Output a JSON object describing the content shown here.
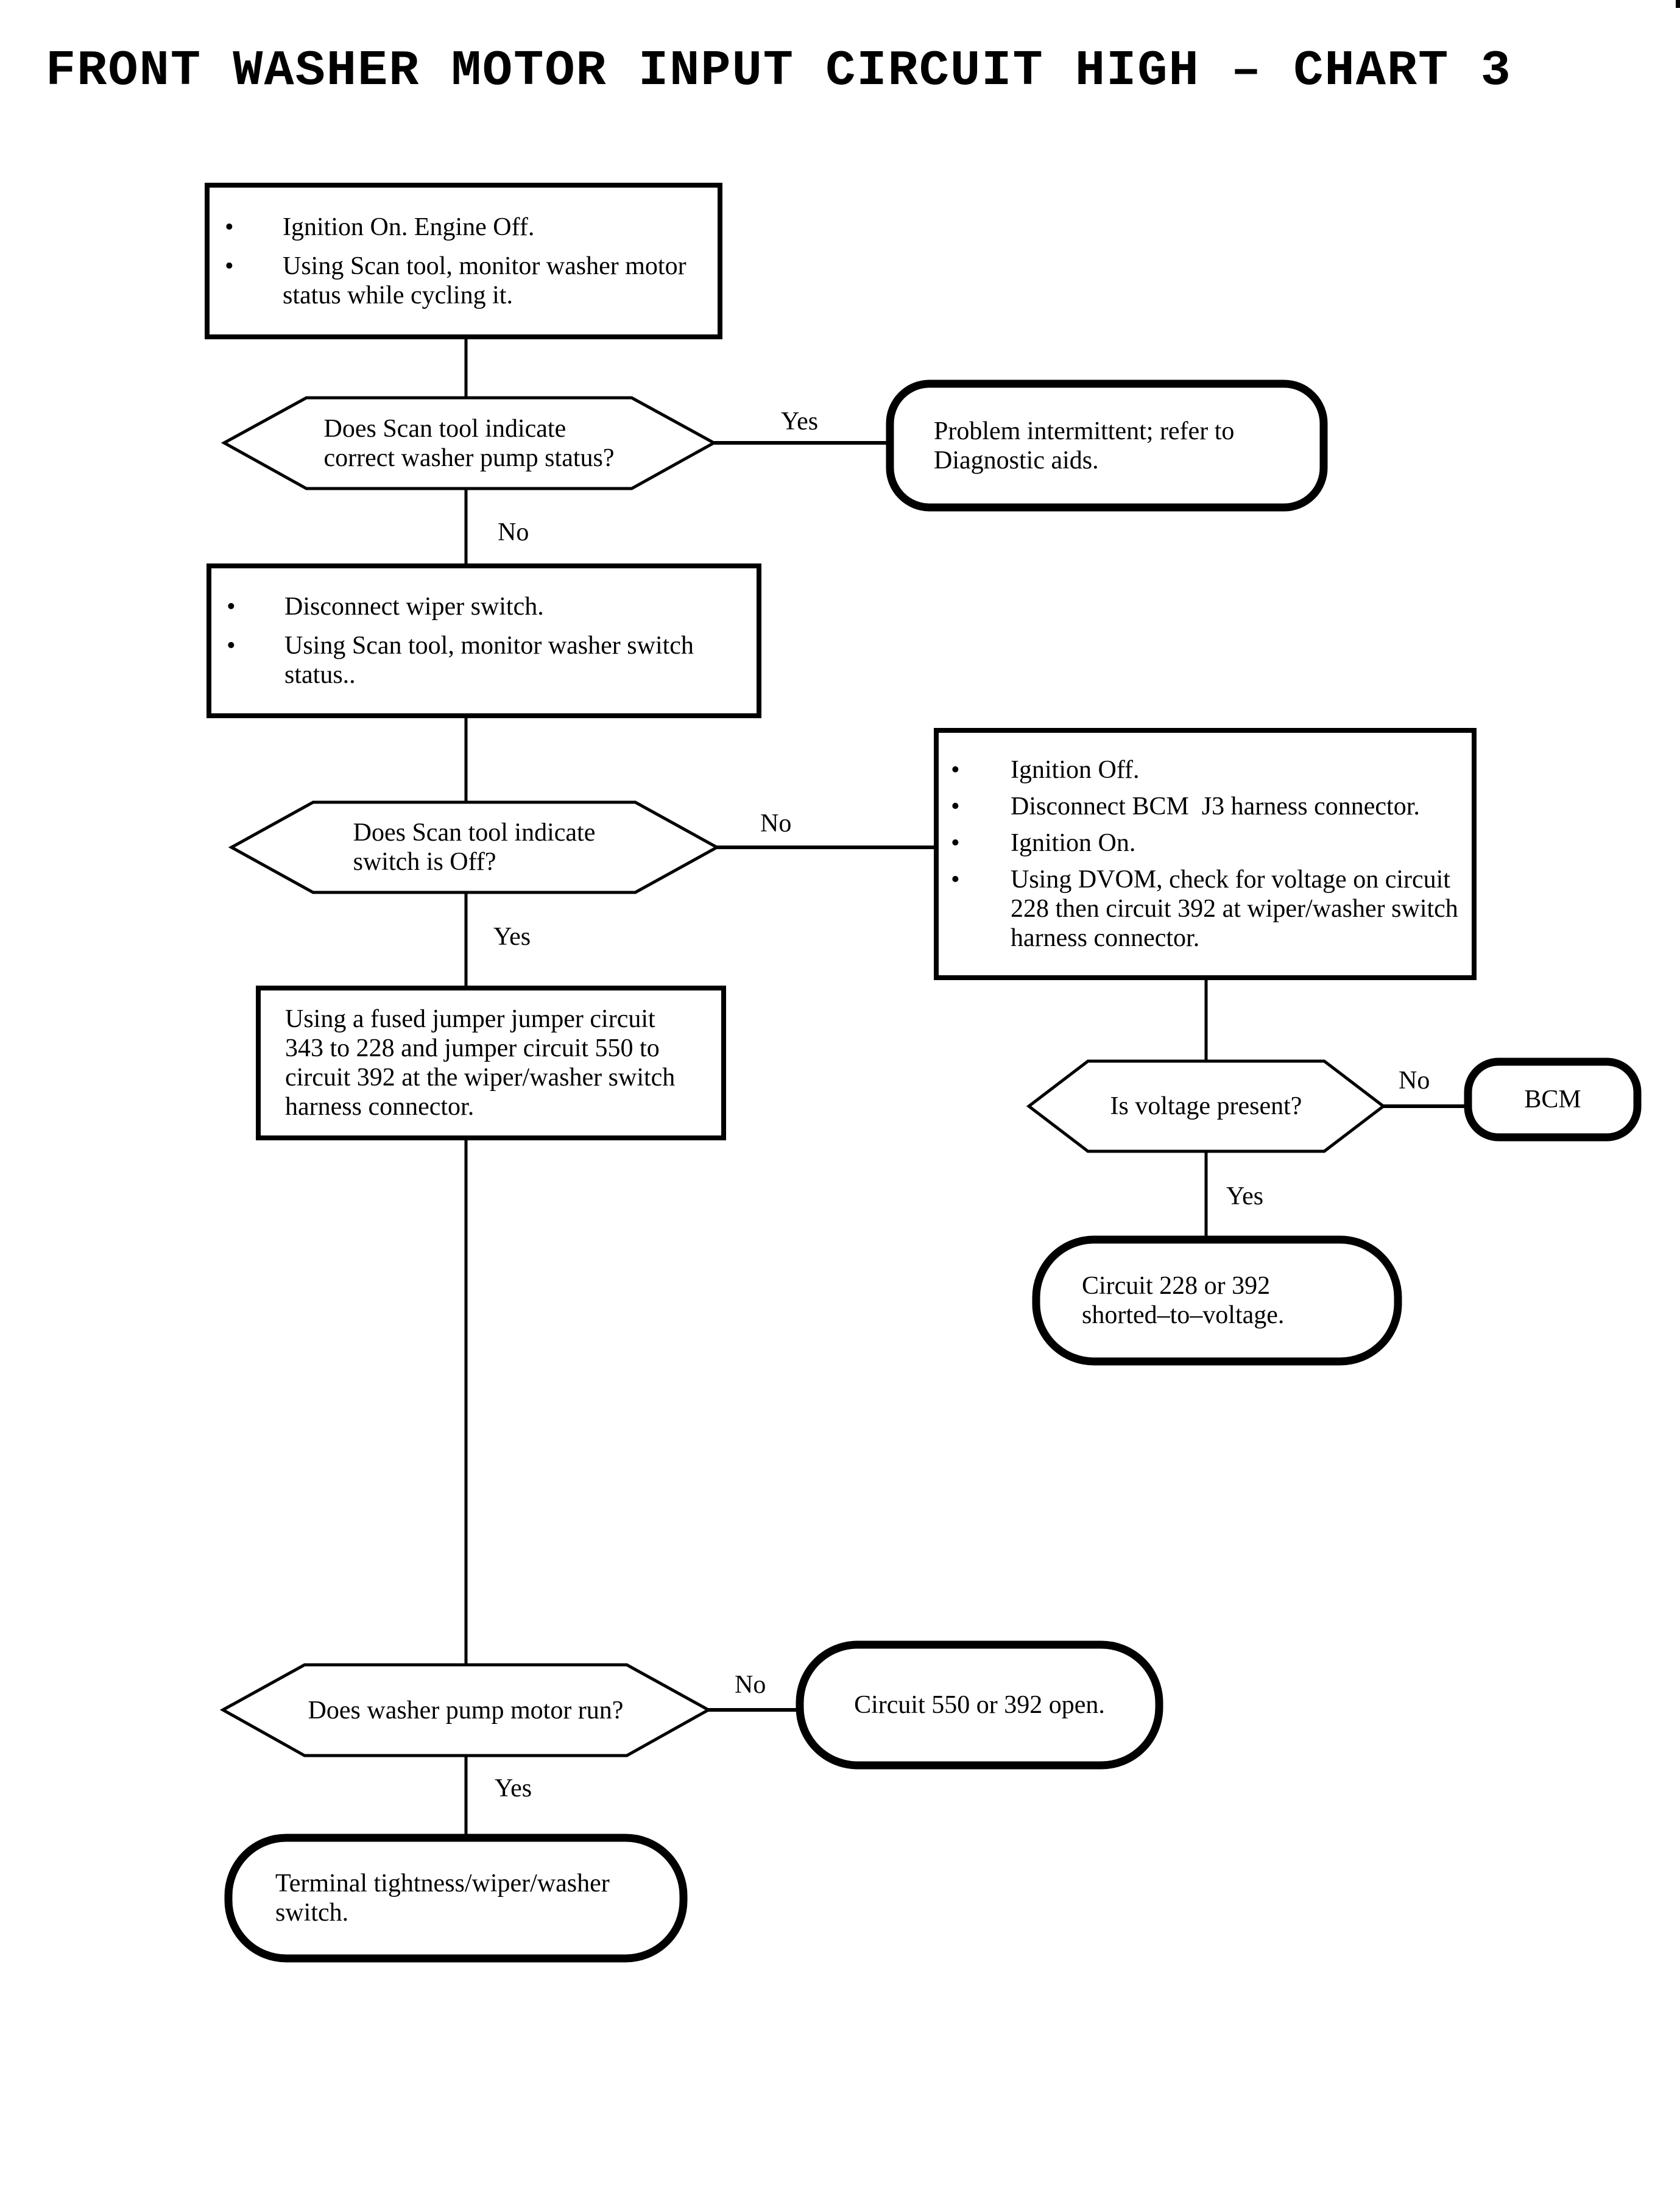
{
  "title": "FRONT WASHER MOTOR INPUT CIRCUIT HIGH – CHART 3",
  "bullet": "•",
  "labels": {
    "yes": "Yes",
    "no": "No"
  },
  "nodes": {
    "step1": {
      "type": "process",
      "items": [
        "Ignition On. Engine Off.",
        "Using Scan tool, monitor washer motor status while cycling it."
      ]
    },
    "decision1": {
      "type": "decision",
      "lines": [
        "Does Scan tool indicate",
        "correct washer pump status?"
      ]
    },
    "result_intermittent": {
      "type": "terminator",
      "lines": [
        "Problem intermittent; refer to",
        "Diagnostic aids."
      ]
    },
    "step2": {
      "type": "process",
      "items": [
        "Disconnect wiper switch.",
        "Using Scan tool, monitor washer switch status.."
      ]
    },
    "decision2": {
      "type": "decision",
      "lines": [
        "Does Scan tool indicate",
        "switch is Off?"
      ]
    },
    "step3": {
      "type": "process",
      "items": [
        "Ignition Off.",
        "Disconnect BCM  J3 harness connector.",
        "Ignition On.",
        "Using DVOM, check for voltage on circuit 228 then circuit 392 at wiper/washer switch harness connector."
      ]
    },
    "step4": {
      "type": "process",
      "lines": [
        "Using a fused jumper jumper circuit",
        "343 to 228 and jumper circuit 550 to",
        "circuit 392 at the wiper/washer switch",
        "harness connector."
      ]
    },
    "decision3": {
      "type": "decision",
      "lines": [
        "Is voltage present?"
      ]
    },
    "result_bcm": {
      "type": "terminator",
      "lines": [
        "BCM"
      ]
    },
    "result_shorted": {
      "type": "terminator",
      "lines": [
        "Circuit 228 or 392",
        "shorted–to–voltage."
      ]
    },
    "decision4": {
      "type": "decision",
      "lines": [
        "Does washer pump motor run?"
      ]
    },
    "result_open": {
      "type": "terminator",
      "lines": [
        "Circuit 550 or 392 open."
      ]
    },
    "result_terminal": {
      "type": "terminator",
      "lines": [
        "Terminal tightness/wiper/washer",
        "switch."
      ]
    }
  },
  "colors": {
    "ink": "#000000",
    "paper": "#ffffff"
  }
}
